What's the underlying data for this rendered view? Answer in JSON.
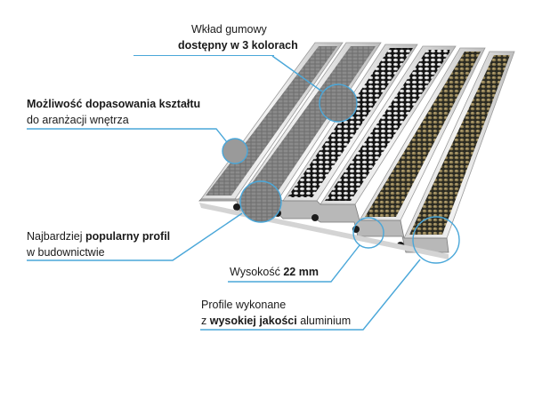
{
  "colors": {
    "accent": "#4aa7d9",
    "text": "#1a1a1a"
  },
  "callouts": {
    "rubber_insert": {
      "line1": "Wkład gumowy",
      "line2_bold": "dostępny w 3 kolorach"
    },
    "shape_fit": {
      "line1_bold": "Możliwość dopasowania kształtu",
      "line2": "do aranżacji wnętrza"
    },
    "popular": {
      "prefix": "Najbardziej ",
      "bold": "popularny profil",
      "line2": "w budownictwie"
    },
    "height": {
      "prefix": "Wysokość ",
      "bold": "22 mm"
    },
    "aluminium": {
      "line1": "Profile wykonane",
      "prefix": "z ",
      "bold": "wysokiej jakości",
      "suffix": " aluminium"
    }
  },
  "strips": [
    {
      "insert": "gray-rubber"
    },
    {
      "insert": "gray-rubber"
    },
    {
      "insert": "black-rubber"
    },
    {
      "insert": "black-rubber"
    },
    {
      "insert": "brush-textile"
    },
    {
      "insert": "brush-textile"
    }
  ]
}
